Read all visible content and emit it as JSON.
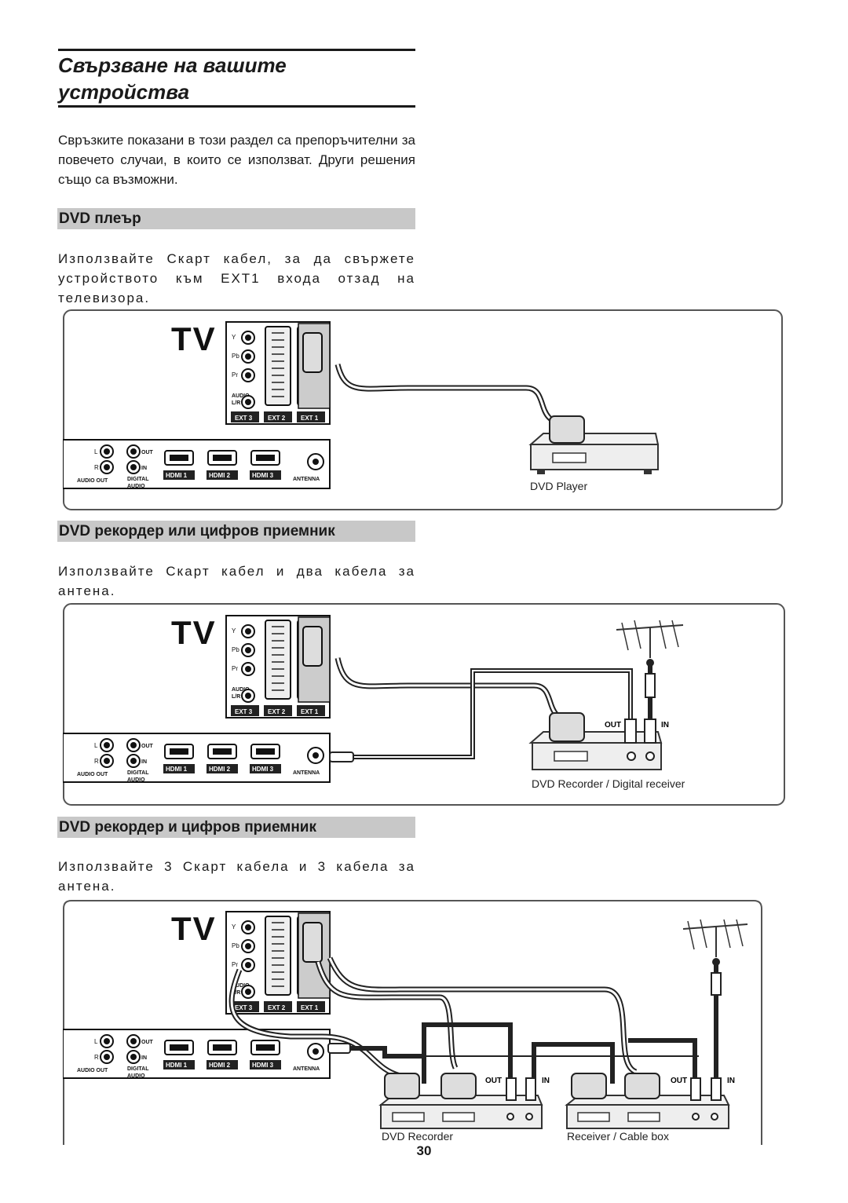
{
  "page": {
    "title": "Свързване на вашите устройства",
    "intro": "Свръзките показани в този раздел са препоръчителни за повечето случаи, в които се използват. Други решения също са възможни.",
    "page_number": "30"
  },
  "sections": [
    {
      "heading": "DVD плеър",
      "text": "Използвайте Скарт кабел, за да свържете устройството към EXT1 входа отзад на телевизора.",
      "device_labels": [
        "DVD Player"
      ]
    },
    {
      "heading": "DVD рекордер или цифров приемник",
      "text": "Използвайте Скарт кабел и два кабела за антена.",
      "device_labels": [
        "DVD Recorder / Digital receiver"
      ]
    },
    {
      "heading": "DVD рекордер и цифров приемник",
      "text": "Използвайте 3 Скарт кабела и 3 кабела за антена.",
      "device_labels": [
        "DVD Recorder",
        "Receiver / Cable box"
      ]
    }
  ],
  "tv_panel": {
    "tv_label": "TV",
    "component_labels": [
      "Y",
      "Pb",
      "Pr"
    ],
    "audio_lr": [
      "AUDIO",
      "L/R"
    ],
    "ext_labels": [
      "EXT 3",
      "EXT 2",
      "EXT 1"
    ],
    "audio_out_lr": [
      "L",
      "R"
    ],
    "audio_out": "AUDIO OUT",
    "digital_out": "OUT",
    "digital_in": "IN",
    "digital_audio": [
      "DIGITAL",
      "AUDIO"
    ],
    "hdmi_labels": [
      "HDMI 1",
      "HDMI 2",
      "HDMI 3"
    ],
    "antenna": "ANTENNA"
  },
  "device_ports": {
    "out": "OUT",
    "in": "IN"
  }
}
